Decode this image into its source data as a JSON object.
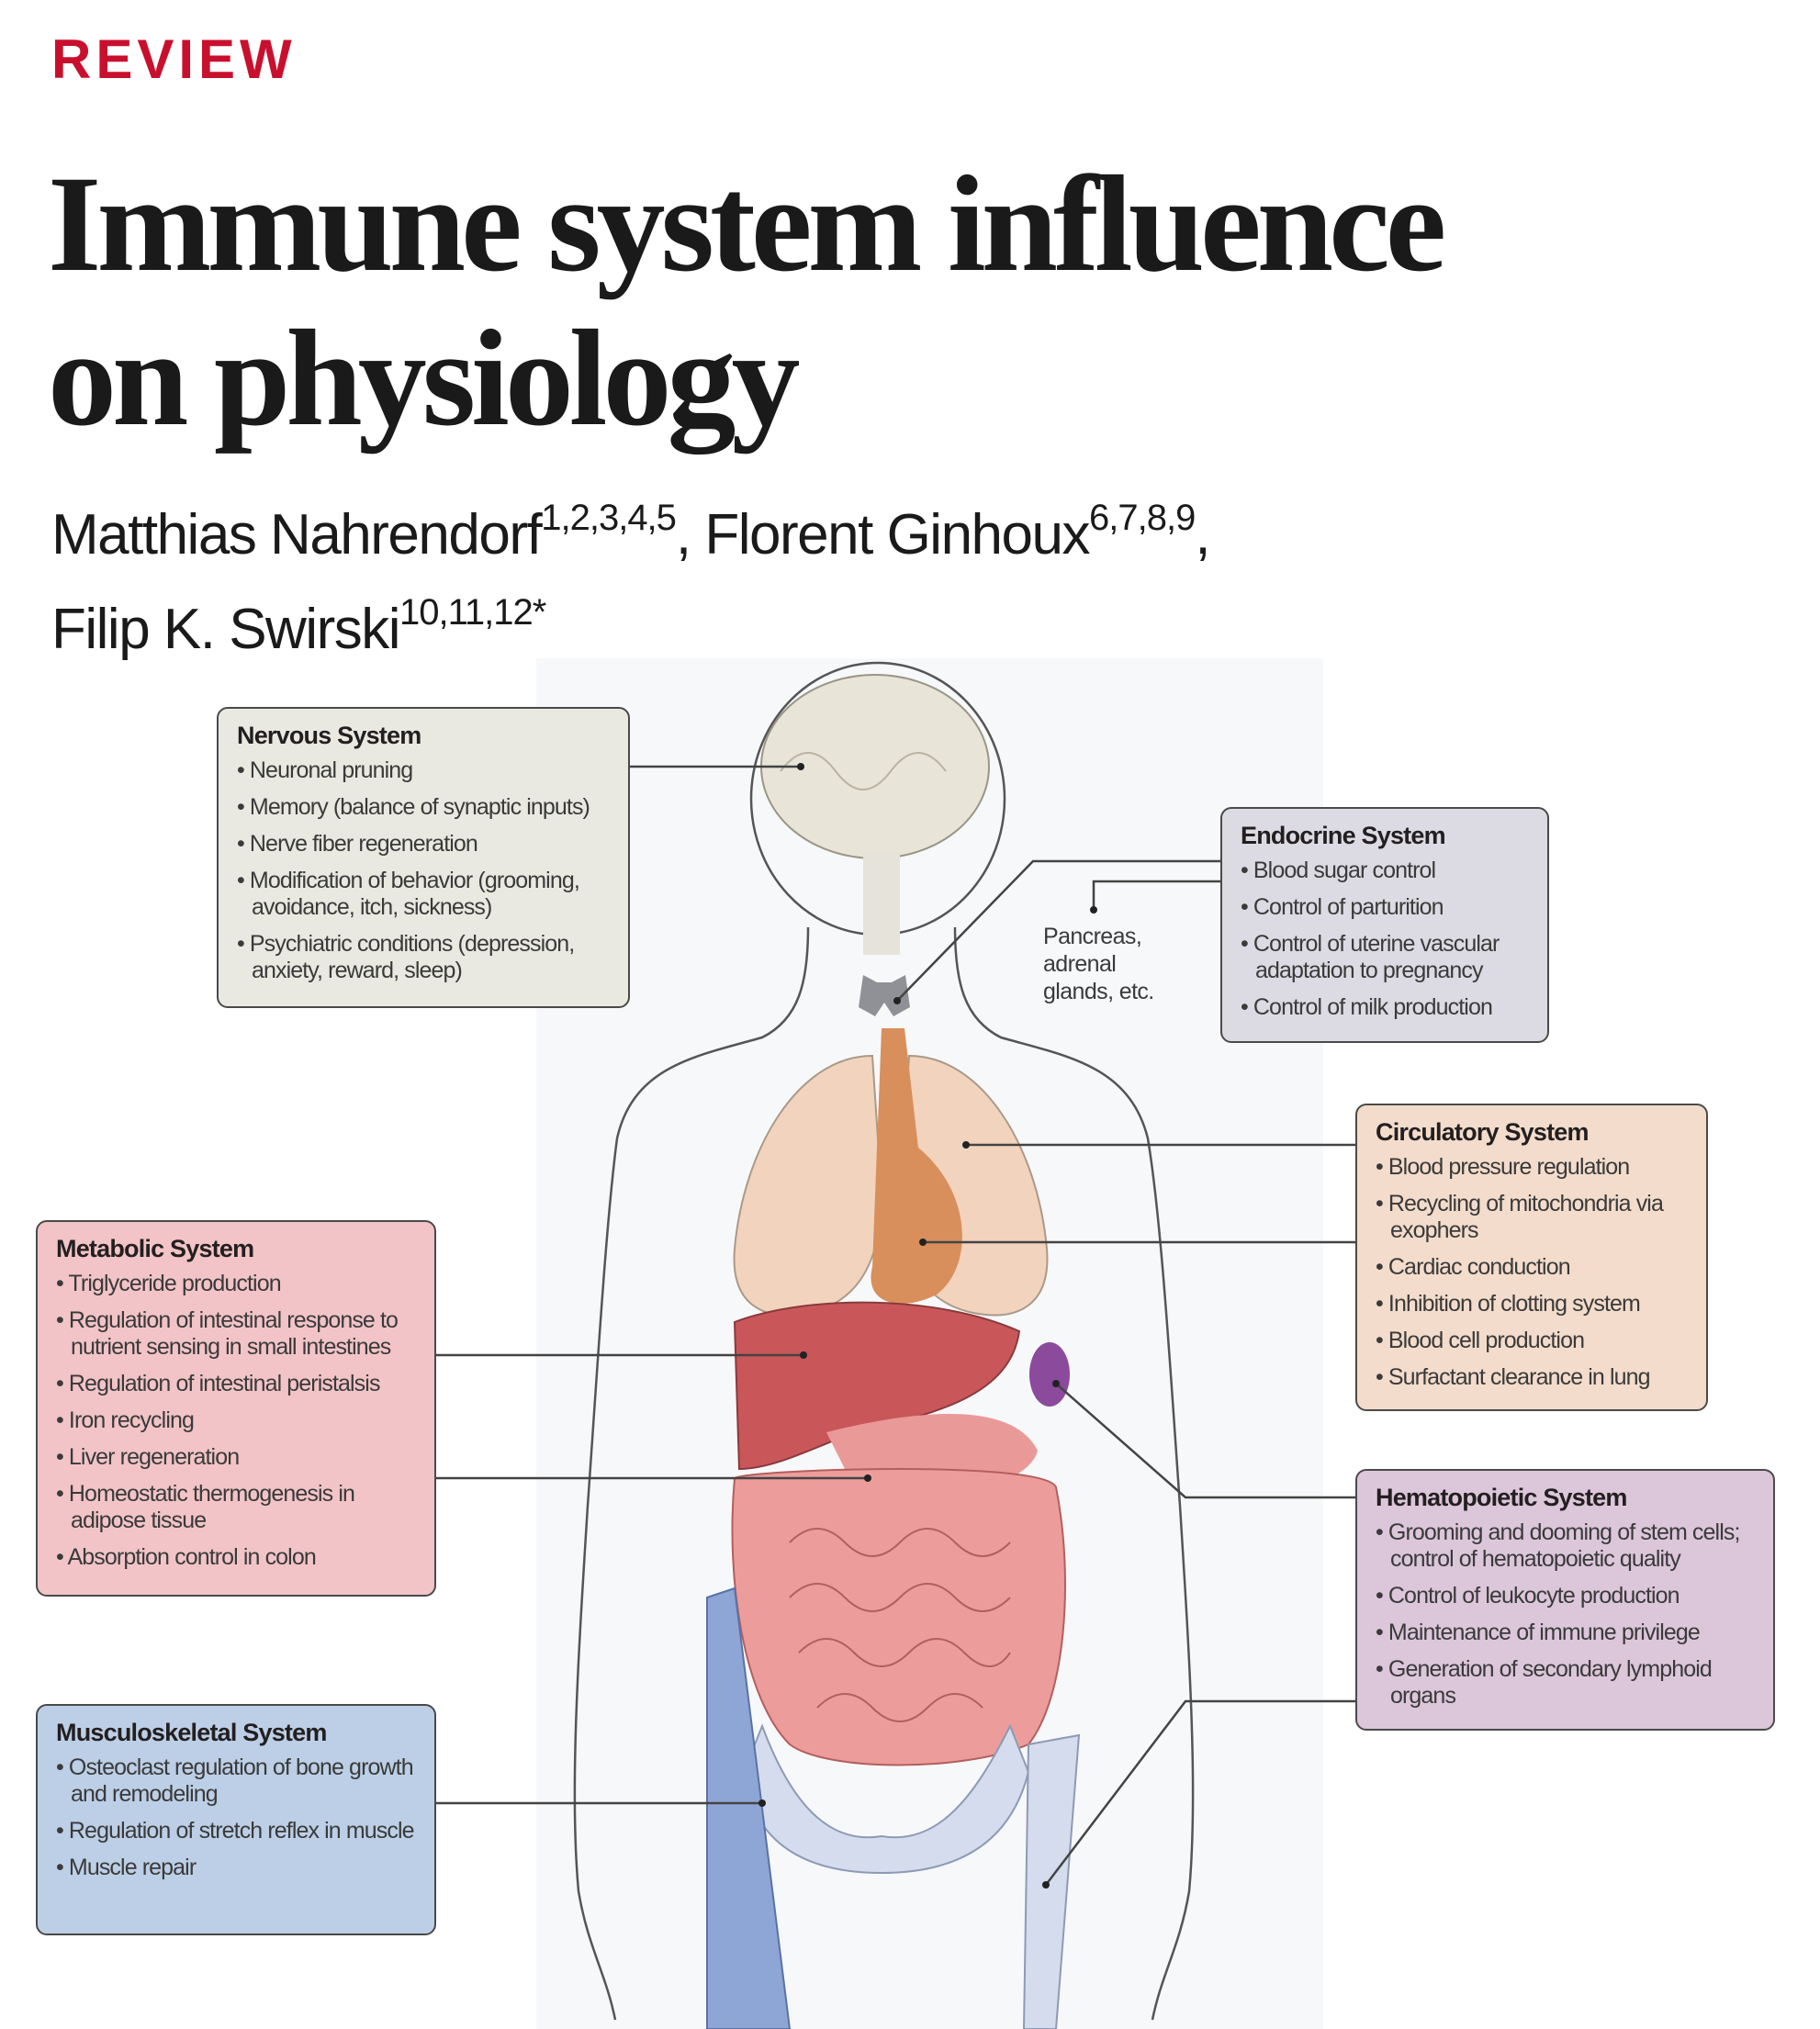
{
  "header": {
    "section": "REVIEW",
    "title_line1": "Immune system influence",
    "title_line2": "on physiology"
  },
  "authors": [
    {
      "name": "Matthias Nahrendorf",
      "affil": "1,2,3,4,5"
    },
    {
      "name": "Florent Ginhoux",
      "affil": "6,7,8,9"
    },
    {
      "name": "Filip K. Swirski",
      "affil": "10,11,12*"
    }
  ],
  "colors": {
    "review_red": "#c8102e",
    "nervous": "#e9e9e1",
    "endocrine": "#dcdbe3",
    "circulatory": "#f3dccb",
    "metabolic": "#f2c4c7",
    "hematopoietic": "#dcc6da",
    "musculoskeletal": "#bccfe6"
  },
  "figure": {
    "pancreas_label": [
      "Pancreas,",
      "adrenal",
      "glands, etc."
    ],
    "systems": {
      "nervous": {
        "title": "Nervous System",
        "items": [
          "Neuronal pruning",
          "Memory (balance of synaptic inputs)",
          "Nerve fiber regeneration",
          "Modification of behavior (grooming, avoidance, itch, sickness)",
          "Psychiatric conditions (depression, anxiety, reward, sleep)"
        ]
      },
      "endocrine": {
        "title": "Endocrine System",
        "items": [
          "Blood sugar control",
          "Control of parturition",
          "Control of uterine vascular adaptation to pregnancy",
          "Control of milk production"
        ]
      },
      "circulatory": {
        "title": "Circulatory System",
        "items": [
          "Blood pressure regulation",
          "Recycling of mitochondria via exophers",
          "Cardiac conduction",
          "Inhibition of clotting system",
          "Blood cell production",
          "Surfactant clearance in lung"
        ]
      },
      "metabolic": {
        "title": "Metabolic System",
        "items": [
          "Triglyceride production",
          "Regulation of intestinal response to nutrient sensing in small intestines",
          "Regulation of intestinal peristalsis",
          "Iron recycling",
          "Liver regeneration",
          "Homeostatic thermogenesis in adipose tissue",
          "Absorption control in colon"
        ]
      },
      "hematopoietic": {
        "title": "Hematopoietic System",
        "items": [
          "Grooming and dooming of stem cells; control of hematopoietic quality",
          "Control of leukocyte production",
          "Maintenance of immune privilege",
          "Generation of secondary lymphoid organs"
        ]
      },
      "musculoskeletal": {
        "title": "Musculoskeletal System",
        "items": [
          "Osteoclast regulation of bone growth and remodeling",
          "Regulation of stretch reflex in muscle",
          "Muscle repair"
        ]
      }
    }
  }
}
